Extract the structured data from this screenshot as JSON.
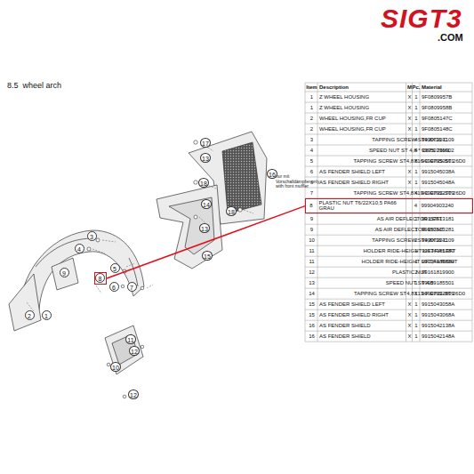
{
  "diagram": {
    "title": "8.5  wheel arch",
    "nodes": [
      {
        "text": [
          "8"
        ]
      },
      {
        "text": [
          "8",
          "PLASTIC NUT T6/22X10,5 PA66 GRAU",
          "4",
          "99904903240"
        ]
      }
    ],
    "edges": [
      {
        "from": 0,
        "to": 1,
        "arrow": "none"
      }
    ],
    "labels": [
      "SIGT3",
      ".COM",
      "nur mit Vorschalldämpfer only with front muffler",
      "Item",
      "Description",
      "M",
      "Pc.",
      "Material",
      "1",
      "Z WHEEL HOUSING",
      "X",
      "1",
      "9F0809957B",
      "1",
      "Z WHEEL HOUSING",
      "X",
      "1",
      "9F0809958B",
      "2",
      "WHEEL HOUSING,FR CUP",
      "X",
      "1",
      "9F0805147C",
      "2",
      "WHEEL HOUSING,FR CUP",
      "X",
      "1",
      "9F0805148C",
      "3",
      "TAPPING SCREW ST4,8X16-C",
      "4",
      "99907323109",
      "4",
      "SPEED NUT ST 4,8 * C67S 26M1",
      "4",
      "99950730902",
      "5",
      "TAPPING SCREW ST4,8X16-C EINS-ST 26D0",
      "8",
      "99907350501",
      "6",
      "AS FENDER SHIELD LEFT",
      "X",
      "1",
      "9915045038A",
      "6",
      "AS FENDER SHIELD RIGHT",
      "X",
      "1",
      "9915045048A",
      "7",
      "TAPPING SCREW ST4,8X19-C EINS-ST 26D0",
      "4",
      "99907322709",
      "9",
      "AS AIR DEFLECTOR LEFT",
      "1",
      "99157513181",
      "9",
      "AS AIR DEFLECTOR RIGHT",
      "1",
      "99157513281",
      "10",
      "TAPPING SCREW ST4,8X16-C",
      "2",
      "99907323109",
      "11",
      "HOLDER RIDE-HEIGHT LIFT,FA LEFT",
      "1",
      "99134185780",
      "11",
      "HOLDER RIDE-HEIGHT LIFT,FA RIGHT",
      "1",
      "99134185880",
      "12",
      "PLASTIC NUT",
      "2",
      "99161819900",
      "13",
      "SPEED NUT ST 4,8",
      "1",
      "99959185501",
      "14",
      "TAPPING SCREW ST4,8X13-F EINS-ST 26D0",
      "1",
      "99907322809",
      "15",
      "AS FENDER SHIELD LEFT",
      "X",
      "1",
      "9915043058A",
      "15",
      "AS FENDER SHIELD RIGHT",
      "X",
      "1",
      "9915043068A",
      "16",
      "AS FENDER SHIELD",
      "X",
      "1",
      "9915042138A",
      "16",
      "AS FENDER SHIELD",
      "X",
      "1",
      "9915042148A",
      "17",
      "16",
      "13",
      "18",
      "14",
      "18",
      "13",
      "15",
      "3",
      "4",
      "5",
      "9",
      "6",
      "7",
      "2",
      "1",
      "11",
      "12",
      "10",
      "12"
    ]
  }
}
